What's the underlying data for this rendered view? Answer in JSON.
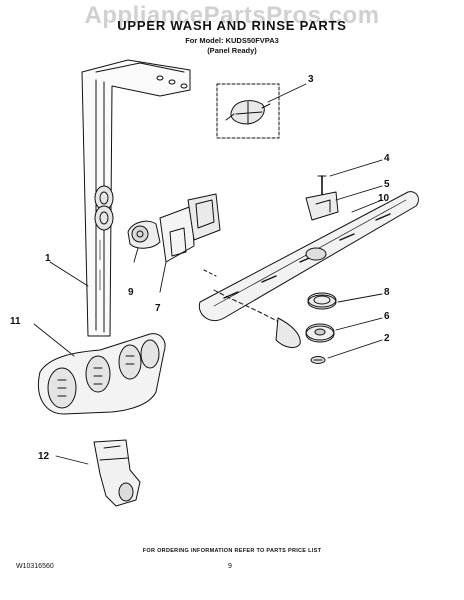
{
  "watermark": "AppliancePartsPros.com",
  "header": {
    "title": "UPPER WASH AND RINSE PARTS",
    "model_line": "For Model: KUDS50FVPA3",
    "variant": "(Panel Ready)"
  },
  "callouts": {
    "c1": "1",
    "c2": "2",
    "c3": "3",
    "c4": "4",
    "c5": "5",
    "c6": "6",
    "c7": "7",
    "c8": "8",
    "c9": "9",
    "c10": "10",
    "c11": "11",
    "c12": "12"
  },
  "footer": {
    "note": "FOR ORDERING INFORMATION REFER TO PARTS PRICE LIST",
    "doc_number": "W10316560",
    "page_number": "9"
  }
}
